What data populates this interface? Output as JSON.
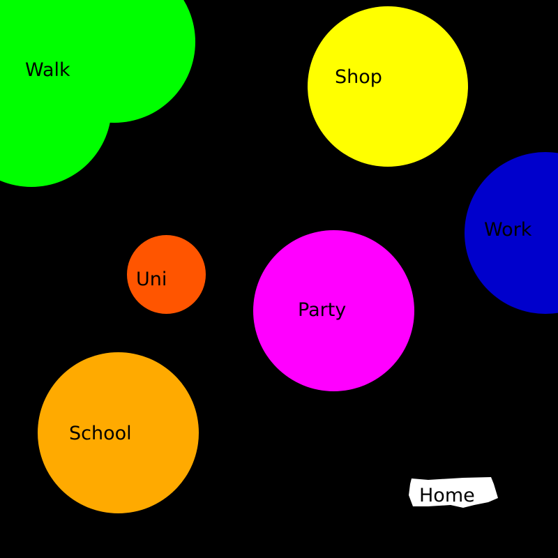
{
  "nodes": {
    "walk": {
      "label": "Walk",
      "color": "#00ff00"
    },
    "shop": {
      "label": "Shop",
      "color": "#ffff00"
    },
    "work": {
      "label": "Work",
      "color": "#0000cc"
    },
    "uni": {
      "label": "Uni",
      "color": "#ff5500"
    },
    "party": {
      "label": "Party",
      "color": "#ff00ff"
    },
    "school": {
      "label": "School",
      "color": "#ffaa00"
    },
    "home": {
      "label": "Home",
      "color": "#ffffff"
    }
  },
  "background": "#000000"
}
